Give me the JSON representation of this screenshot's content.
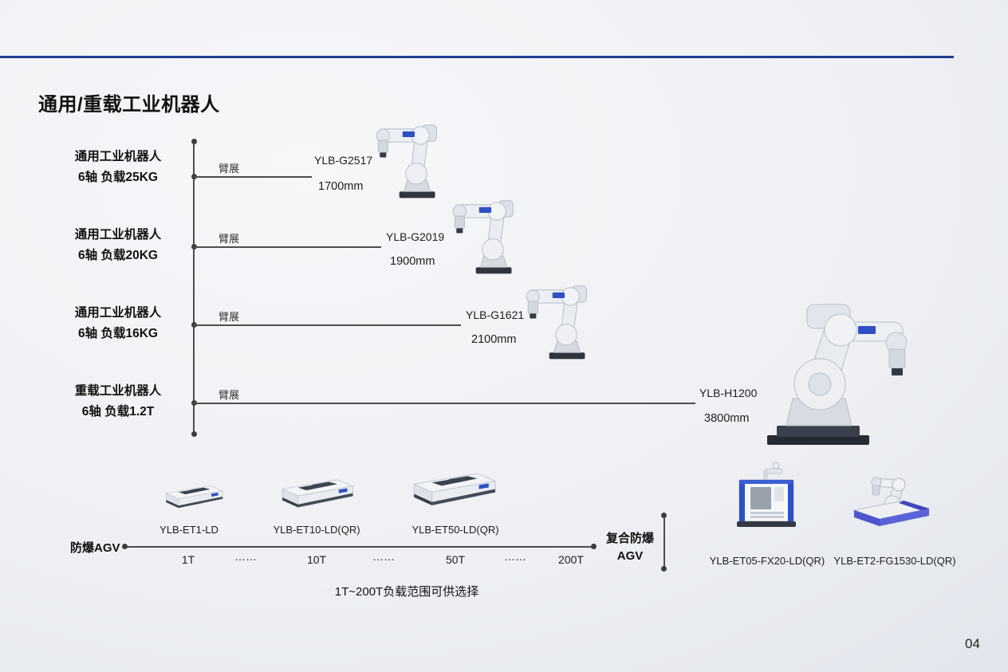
{
  "page": {
    "title": "通用/重载工业机器人",
    "page_number": "04"
  },
  "colors": {
    "accent_blue": "#2d51c4",
    "divider_blue": "#1d3f8f"
  },
  "robot_rows": [
    {
      "category": "通用工业机器人",
      "spec": "6轴 负载25KG",
      "reach_label": "臂展",
      "model": "YLB-G2517",
      "reach": "1700mm"
    },
    {
      "category": "通用工业机器人",
      "spec": "6轴 负载20KG",
      "reach_label": "臂展",
      "model": "YLB-G2019",
      "reach": "1900mm"
    },
    {
      "category": "通用工业机器人",
      "spec": "6轴 负载16KG",
      "reach_label": "臂展",
      "model": "YLB-G1621",
      "reach": "2100mm"
    },
    {
      "category": "重载工业机器人",
      "spec": "6轴 负载1.2T",
      "reach_label": "臂展",
      "model": "YLB-H1200",
      "reach": "3800mm"
    }
  ],
  "agv": {
    "label": "防爆AGV",
    "models": [
      "YLB-ET1-LD",
      "YLB-ET10-LD(QR)",
      "YLB-ET50-LD(QR)"
    ],
    "ticks": [
      "1T",
      "……",
      "10T",
      "……",
      "50T",
      "……",
      "200T"
    ],
    "caption": "1T~200T负载范围可供选择"
  },
  "composite": {
    "label_line1": "复合防爆",
    "label_line2": "AGV",
    "models": [
      "YLB-ET05-FX20-LD(QR)",
      "YLB-ET2-FG1530-LD(QR)"
    ]
  }
}
